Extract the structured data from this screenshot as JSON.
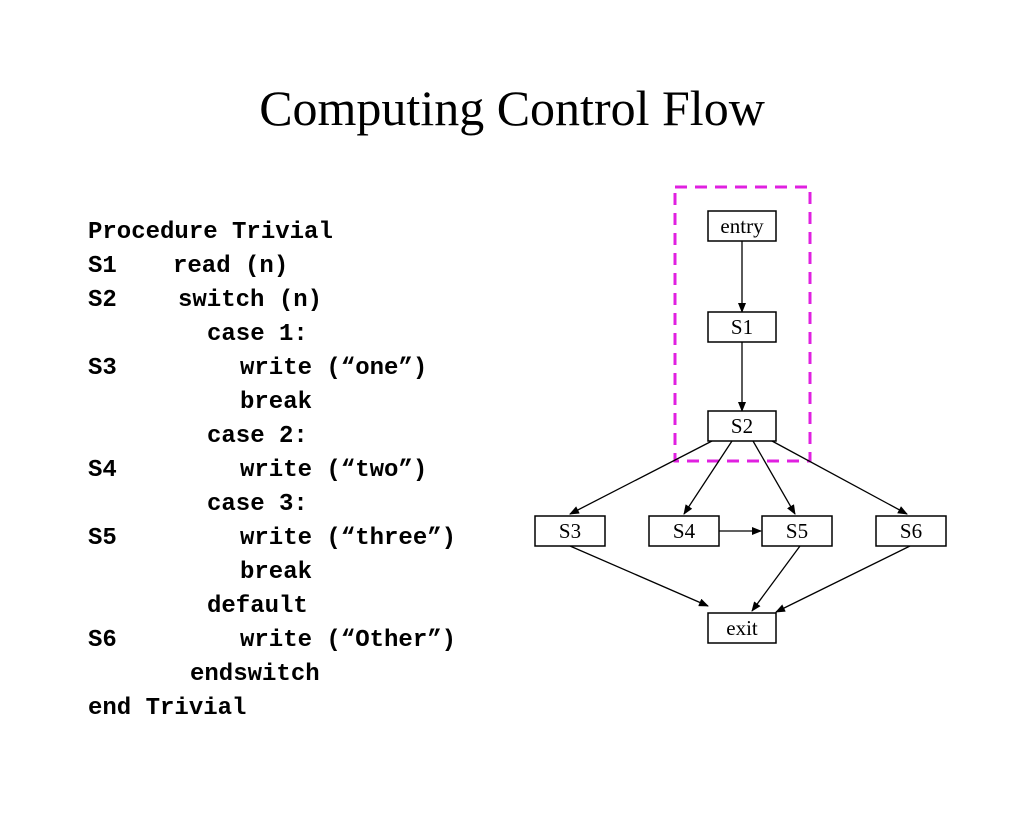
{
  "title": "Computing Control Flow",
  "code": [
    {
      "label": "",
      "text": "Procedure Trivial"
    },
    {
      "label": "S1",
      "text": "read (n)"
    },
    {
      "label": "S2",
      "text": "switch (n)"
    },
    {
      "label": "",
      "text": "case 1:"
    },
    {
      "label": "S3",
      "text": "write (“one”)"
    },
    {
      "label": "",
      "text": "break"
    },
    {
      "label": "",
      "text": "case 2:"
    },
    {
      "label": "S4",
      "text": "write (“two”)"
    },
    {
      "label": "",
      "text": "case 3:"
    },
    {
      "label": "S5",
      "text": "write (“three”)"
    },
    {
      "label": "",
      "text": "break"
    },
    {
      "label": "",
      "text": "default"
    },
    {
      "label": "S6",
      "text": "write (“Other”)"
    },
    {
      "label": "",
      "text": "endswitch"
    },
    {
      "label": "",
      "text": "end Trivial"
    }
  ],
  "graph": {
    "nodes": [
      {
        "id": "entry",
        "label": "entry"
      },
      {
        "id": "S1",
        "label": "S1"
      },
      {
        "id": "S2",
        "label": "S2"
      },
      {
        "id": "S3",
        "label": "S3"
      },
      {
        "id": "S4",
        "label": "S4"
      },
      {
        "id": "S5",
        "label": "S5"
      },
      {
        "id": "S6",
        "label": "S6"
      },
      {
        "id": "exit",
        "label": "exit"
      }
    ],
    "edges": [
      {
        "from": "entry",
        "to": "S1"
      },
      {
        "from": "S1",
        "to": "S2"
      },
      {
        "from": "S2",
        "to": "S3"
      },
      {
        "from": "S2",
        "to": "S4"
      },
      {
        "from": "S2",
        "to": "S5"
      },
      {
        "from": "S2",
        "to": "S6"
      },
      {
        "from": "S4",
        "to": "S5"
      },
      {
        "from": "S3",
        "to": "exit"
      },
      {
        "from": "S5",
        "to": "exit"
      },
      {
        "from": "S6",
        "to": "exit"
      }
    ],
    "highlight": {
      "nodes": [
        "entry",
        "S1",
        "S2"
      ],
      "color": "#e020e0"
    }
  }
}
